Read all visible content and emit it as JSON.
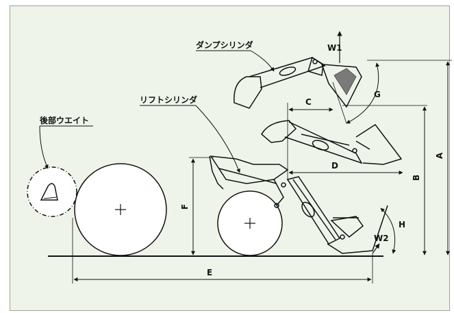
{
  "labels": {
    "dump_cylinder": "ダンプシリンダ",
    "lift_cylinder": "リフトシリンダ",
    "rear_weight": "後部ウエイト"
  },
  "dimensions": {
    "A": "A",
    "B": "B",
    "C": "C",
    "D": "D",
    "E": "E",
    "F": "F",
    "G": "G",
    "H": "H",
    "W1": "W1",
    "W2": "W2"
  },
  "colors": {
    "panel_background": "#eef4ea",
    "line": "#111111",
    "bucket_highlight": "#7a7a7a"
  }
}
